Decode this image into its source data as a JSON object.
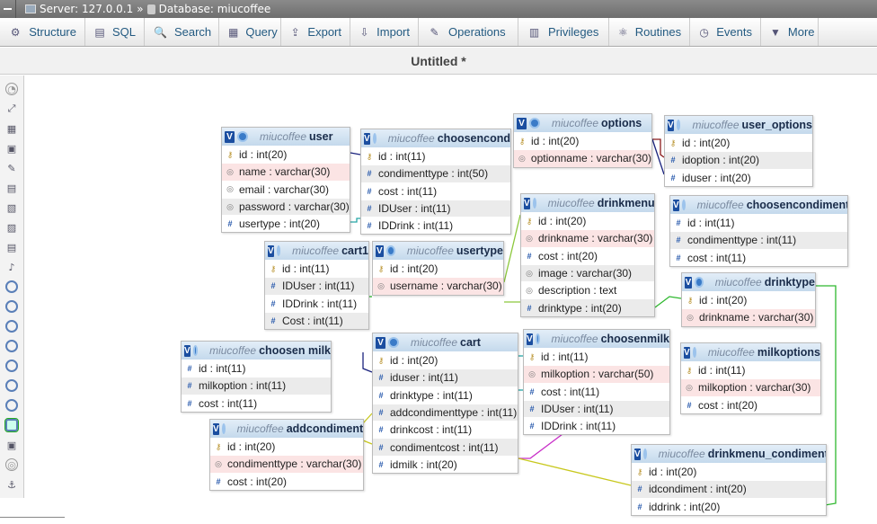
{
  "breadcrumb": {
    "server": "Server: 127.0.0.1",
    "sep": "»",
    "database": "Database: miucoffee"
  },
  "tabs": [
    {
      "label": "Structure",
      "icon": "structure-icon"
    },
    {
      "label": "SQL",
      "icon": "sql-icon"
    },
    {
      "label": "Search",
      "icon": "search-icon"
    },
    {
      "label": "Query",
      "icon": "query-icon"
    },
    {
      "label": "Export",
      "icon": "export-icon"
    },
    {
      "label": "Import",
      "icon": "import-icon"
    },
    {
      "label": "Operations",
      "icon": "wrench-icon"
    },
    {
      "label": "Privileges",
      "icon": "privileges-icon"
    },
    {
      "label": "Routines",
      "icon": "routines-icon"
    },
    {
      "label": "Events",
      "icon": "clock-icon"
    },
    {
      "label": "More",
      "icon": "dropdown-icon"
    }
  ],
  "designer_title": "Untitled *",
  "tables": [
    {
      "db": "miucoffee",
      "name": "user",
      "rows": [
        {
          "text": "id : int(20)",
          "type": "key"
        },
        {
          "text": "name : varchar(30)",
          "type": "txt",
          "hl": true
        },
        {
          "text": "email : varchar(30)",
          "type": "txt"
        },
        {
          "text": "password : varchar(30)",
          "type": "txt",
          "alt": true
        },
        {
          "text": "usertype : int(20)",
          "type": "num"
        }
      ]
    },
    {
      "db": "miucoffee",
      "name": "choosencond",
      "rows": [
        {
          "text": "id : int(11)",
          "type": "key"
        },
        {
          "text": "condimenttype : int(50)",
          "type": "num",
          "alt": true
        },
        {
          "text": "cost : int(11)",
          "type": "num"
        },
        {
          "text": "IDUser : int(11)",
          "type": "num",
          "alt": true
        },
        {
          "text": "IDDrink : int(11)",
          "type": "num"
        }
      ]
    },
    {
      "db": "miucoffee",
      "name": "options",
      "rows": [
        {
          "text": "id : int(20)",
          "type": "key"
        },
        {
          "text": "optionname : varchar(30)",
          "type": "txt",
          "hl": true
        }
      ]
    },
    {
      "db": "miucoffee",
      "name": "user_options",
      "rows": [
        {
          "text": "id : int(20)",
          "type": "key"
        },
        {
          "text": "idoption : int(20)",
          "type": "num",
          "alt": true
        },
        {
          "text": "iduser : int(20)",
          "type": "num"
        }
      ]
    },
    {
      "db": "miucoffee",
      "name": "drinkmenu",
      "rows": [
        {
          "text": "id : int(20)",
          "type": "key"
        },
        {
          "text": "drinkname : varchar(30)",
          "type": "txt",
          "hl": true
        },
        {
          "text": "cost : int(20)",
          "type": "num"
        },
        {
          "text": "image : varchar(30)",
          "type": "txt",
          "alt": true
        },
        {
          "text": "description : text",
          "type": "txt"
        },
        {
          "text": "drinktype : int(20)",
          "type": "num",
          "alt": true
        }
      ]
    },
    {
      "db": "miucoffee",
      "name": "choosencondiment",
      "rows": [
        {
          "text": "id : int(11)",
          "type": "num"
        },
        {
          "text": "condimenttype : int(11)",
          "type": "num",
          "alt": true
        },
        {
          "text": "cost : int(11)",
          "type": "num"
        }
      ]
    },
    {
      "db": "miucoffee",
      "name": "cart1",
      "rows": [
        {
          "text": "id : int(11)",
          "type": "key"
        },
        {
          "text": "IDUser : int(11)",
          "type": "num",
          "alt": true
        },
        {
          "text": "IDDrink : int(11)",
          "type": "num"
        },
        {
          "text": "Cost : int(11)",
          "type": "num",
          "alt": true
        }
      ]
    },
    {
      "db": "miucoffee",
      "name": "usertype",
      "rows": [
        {
          "text": "id : int(20)",
          "type": "key"
        },
        {
          "text": "username : varchar(30)",
          "type": "txt",
          "hl": true
        }
      ]
    },
    {
      "db": "miucoffee",
      "name": "drinktype",
      "rows": [
        {
          "text": "id : int(20)",
          "type": "key"
        },
        {
          "text": "drinkname : varchar(30)",
          "type": "txt",
          "hl": true
        }
      ]
    },
    {
      "db": "miucoffee",
      "name": "choosen milk",
      "rows": [
        {
          "text": "id : int(11)",
          "type": "num"
        },
        {
          "text": "milkoption : int(11)",
          "type": "num",
          "alt": true
        },
        {
          "text": "cost : int(11)",
          "type": "num"
        }
      ]
    },
    {
      "db": "miucoffee",
      "name": "cart",
      "rows": [
        {
          "text": "id : int(20)",
          "type": "key"
        },
        {
          "text": "iduser : int(11)",
          "type": "num",
          "alt": true
        },
        {
          "text": "drinktype : int(11)",
          "type": "num"
        },
        {
          "text": "addcondimenttype : int(11)",
          "type": "num",
          "alt": true
        },
        {
          "text": "drinkcost : int(11)",
          "type": "num"
        },
        {
          "text": "condimentcost : int(11)",
          "type": "num",
          "alt": true
        },
        {
          "text": "idmilk : int(20)",
          "type": "num"
        }
      ]
    },
    {
      "db": "miucoffee",
      "name": "choosenmilk",
      "rows": [
        {
          "text": "id : int(11)",
          "type": "key"
        },
        {
          "text": "milkoption : varchar(50)",
          "type": "txt",
          "hl": true
        },
        {
          "text": "cost : int(11)",
          "type": "num"
        },
        {
          "text": "IDUser : int(11)",
          "type": "num",
          "alt": true
        },
        {
          "text": "IDDrink : int(11)",
          "type": "num"
        }
      ]
    },
    {
      "db": "miucoffee",
      "name": "milkoptions",
      "rows": [
        {
          "text": "id : int(11)",
          "type": "key"
        },
        {
          "text": "milkoption : varchar(30)",
          "type": "txt",
          "hl": true
        },
        {
          "text": "cost : int(20)",
          "type": "num"
        }
      ]
    },
    {
      "db": "miucoffee",
      "name": "addcondiment",
      "rows": [
        {
          "text": "id : int(20)",
          "type": "key"
        },
        {
          "text": "condimenttype : varchar(30)",
          "type": "txt",
          "hl": true
        },
        {
          "text": "cost : int(20)",
          "type": "num"
        }
      ]
    },
    {
      "db": "miucoffee",
      "name": "drinkmenu_condiment",
      "rows": [
        {
          "text": "id : int(20)",
          "type": "key"
        },
        {
          "text": "idcondiment : int(20)",
          "type": "num",
          "alt": true
        },
        {
          "text": "iddrink : int(20)",
          "type": "num"
        }
      ]
    }
  ],
  "sidebar_tools": [
    "show-all-icon",
    "toggle-small-big-icon",
    "add-tables-icon",
    "new-page-icon",
    "edit-page-icon",
    "save-page-icon",
    "save-as-icon",
    "delete-page-icon",
    "view-schema-icon",
    "create-relation-icon",
    "angular-links-icon",
    "snap-grid-icon",
    "help-icon",
    "toggle-relation-lines-icon",
    "export-schema-icon",
    "move-menu-icon",
    "pin-text-icon",
    "build-query-icon",
    "toggle-fullscreen-icon",
    "small-big-all-icon",
    "anchor-icon"
  ],
  "colors": {
    "link_navy": "#1a237e",
    "link_teal": "#26a6a6",
    "link_green": "#2eb82e",
    "link_olive": "#c8c81e",
    "link_magenta": "#c82ec8",
    "link_darkred": "#8b1a1a",
    "link_lime": "#8cc83c"
  }
}
